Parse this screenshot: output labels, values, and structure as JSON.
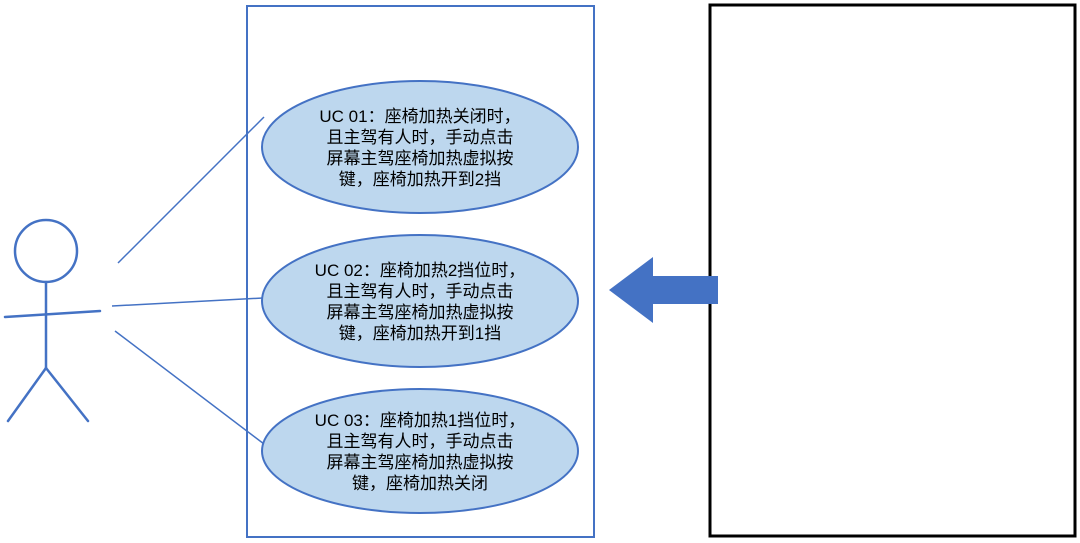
{
  "diagram": {
    "type": "use-case-diagram",
    "colors": {
      "diagram_blue": "#4472C4",
      "ellipse_fill": "#BDD7EE",
      "right_box_border": "#000000",
      "text": "#000000"
    },
    "use_cases": [
      {
        "id": "UC 01",
        "lines": [
          "UC 01：座椅加热关闭时，",
          "且主驾有人时，手动点击",
          "屏幕主驾座椅加热虚拟按",
          "键，座椅加热开到2挡"
        ]
      },
      {
        "id": "UC 02",
        "lines": [
          "UC 02：座椅加热2挡位时，",
          "且主驾有人时，手动点击",
          "屏幕主驾座椅加热虚拟按",
          "键，座椅加热开到1挡"
        ]
      },
      {
        "id": "UC 03",
        "lines": [
          "UC 03：座椅加热1挡位时，",
          "且主驾有人时，手动点击",
          "屏幕主驾座椅加热虚拟按",
          "键，座椅加热关闭"
        ]
      }
    ]
  }
}
